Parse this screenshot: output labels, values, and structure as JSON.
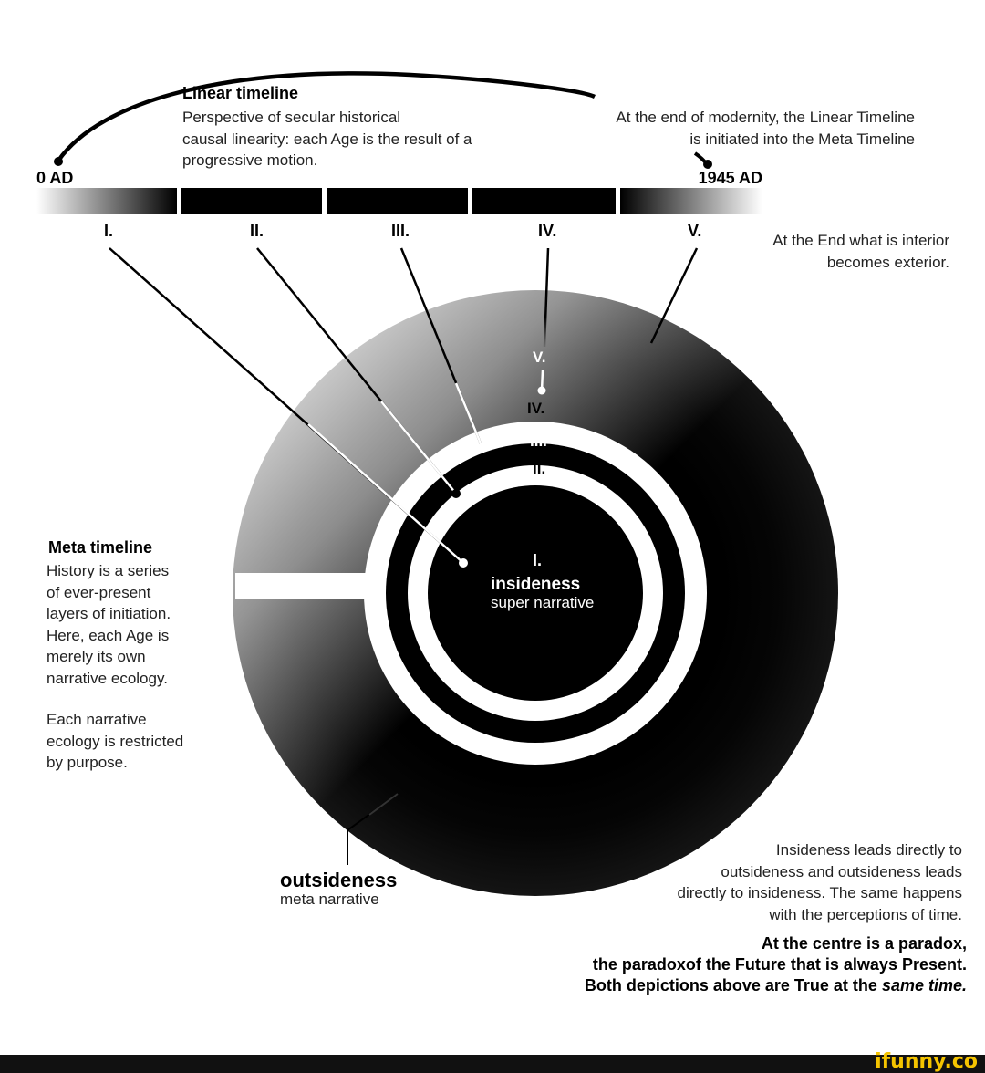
{
  "linear": {
    "title": "Linear timeline",
    "desc": [
      "Perspective of secular historical",
      "causal linearity: each Age is the result of a",
      "progressive motion."
    ],
    "start_label": "0 AD",
    "end_label": "1945 AD",
    "end_note": [
      "At the end of modernity, the Linear Timeline",
      "is initiated into the Meta Timeline"
    ],
    "ages": [
      "I.",
      "II.",
      "III.",
      "IV.",
      "V."
    ],
    "interior_note": [
      "At the End what is interior",
      "becomes exterior."
    ]
  },
  "meta": {
    "title": "Meta timeline",
    "desc1": [
      "History is a series",
      "of ever-present",
      "layers of initiation.",
      "Here, each Age is",
      "merely its own",
      "narrative ecology."
    ],
    "desc2": [
      "Each narrative",
      "ecology is restricted",
      "by purpose."
    ]
  },
  "rings": {
    "labels": [
      "V.",
      "IV.",
      "III.",
      "II."
    ],
    "center_numeral": "I.",
    "center_title": "insideness",
    "center_sub": "super narrative"
  },
  "outside": {
    "title": "outsideness",
    "sub": "meta narrative"
  },
  "paradox": {
    "note": [
      "Insideness leads directly to",
      "outsideness and outsideness leads",
      "directly to insideness. The same happens",
      "with the perceptions of time."
    ],
    "bold1": "At the centre is a paradox,",
    "bold2": "the paradoxof the Future that is always Present.",
    "bold3_prefix": "Both depictions above are True at the",
    "bold3_emph": "same time."
  },
  "watermark": "ifunny.co",
  "colors": {
    "ink": "#000000",
    "paper": "#ffffff",
    "watermark": "#f5c400"
  }
}
